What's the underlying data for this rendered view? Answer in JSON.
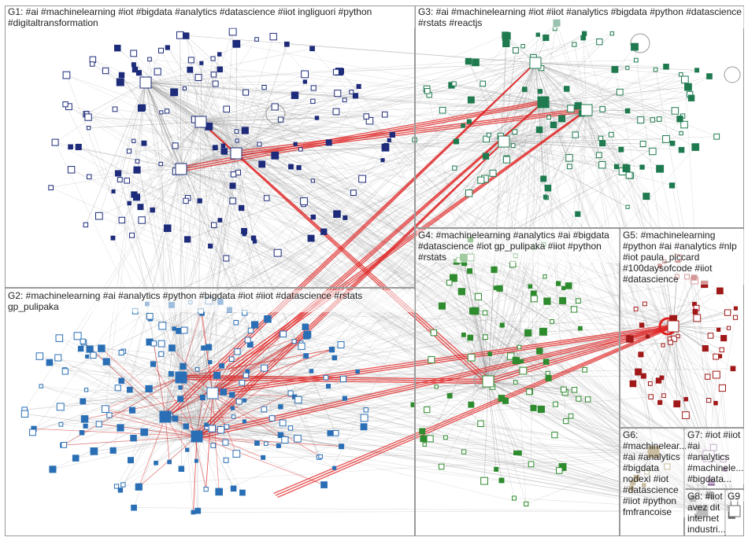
{
  "groups": [
    {
      "id": "g1",
      "label": "G1: #ai #machinelearning #iot #bigdata #analytics #datascience #iiot ingliguori #python\n#digitaltransformation",
      "color": "#1d2b7a"
    },
    {
      "id": "g2",
      "label": "G2: #machinelearning #ai #analytics #python #bigdata #iot #iiot #datascience #rstats\ngp_pulipaka",
      "color": "#2a6fb5"
    },
    {
      "id": "g3",
      "label": "G3: #ai #machinelearning #iot #iiot #analytics #bigdata #python #datascience\n#rstats #reactjs",
      "color": "#1f7a4f"
    },
    {
      "id": "g4",
      "label": "G4: #machinelearning #analytics #ai #bigdata\n#datascience #iot gp_pulipaka #iiot #python\n#rstats",
      "color": "#2e8b2e"
    },
    {
      "id": "g5",
      "label": "G5: #machinelearning\n#python #ai #analytics #nlp\n#iot paula_piccard\n#100daysofcode #iiot\n#datascience",
      "color": "#a01818"
    },
    {
      "id": "g6",
      "label": "G6:\n#machinelear...\n#ai #analytics\n#bigdata\nnodexl #iot\n#datascience\n#iiot #python\nfmfrancoise",
      "color": "#8a6a2a"
    },
    {
      "id": "g7",
      "label": "G7: #iot #iiot\n#ai\n#analytics\n#machinele...\n#bigdata...",
      "color": "#7a4a8a"
    },
    {
      "id": "g8",
      "label": "G8: #iiot\navez dit\ninternet\nindustri...",
      "color": "#6b6b6b"
    },
    {
      "id": "g9",
      "label": "G9",
      "color": "#6b6b6b"
    }
  ],
  "colors": {
    "edge": "#8c8c8c",
    "highlight_edge": "#e02020",
    "background": "#ffffff",
    "frame": "#9a9a9a"
  }
}
